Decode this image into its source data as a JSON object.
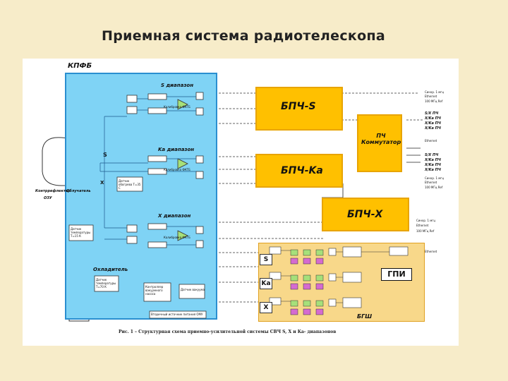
{
  "slide": {
    "title": "Приемная система радиотелескопа"
  },
  "diagram": {
    "kpfb_label": "КПФБ",
    "band_s": "S диапазон",
    "band_ka": "Ka диапазон",
    "band_x": "X диапазон",
    "s_marker": "S",
    "x_marker": "X",
    "feed_label": "Облучатель",
    "mirror_label": "Контррефлектор",
    "mirror_sub": "ОЗУ",
    "cooler_label": "Охладитель",
    "sensor_1": "Датчик температуры T=15 К",
    "sensor_2": "Датчик температуры T=70 К",
    "sensor_3": "Датчик обогрева T=35 С",
    "calib_s": "Калибровка ФКТБ",
    "calib_ka": "Калибровка ФКТБ",
    "calib_x": "Калибровка ФКТБ",
    "ctrl_block": "Контроллер вакуумного насоса",
    "vac_sensor": "Датчик вакуума",
    "power_block": "Вторичный источник питания ОМУ",
    "bpch_s": "БПЧ-S",
    "bpch_ka": "БПЧ-Ka",
    "bpch_x": "БПЧ-X",
    "pch_comm": "ПЧ Коммутатор",
    "gpi": "ГПИ",
    "bgsh": "БГШ",
    "gsh_s": "S",
    "gsh_ka": "Ka",
    "gsh_x": "X",
    "right_s": [
      "Синхр. 1 мгц",
      "Ethernet",
      "100 МГц Ref"
    ],
    "right_if1": [
      "S/X ПЧ",
      "X/Ka ПЧ",
      "X/Ka ПЧ",
      "X/Ka ПЧ"
    ],
    "right_eth": "Ethernet",
    "right_if2": [
      "S/X ПЧ",
      "X/Ka ПЧ",
      "X/Ka ПЧ",
      "X/Ka ПЧ"
    ],
    "right_ka": [
      "Синхр. 1 мгц",
      "Ethernet",
      "100 МГц Ref"
    ],
    "right_x": [
      "Синхр. 1 мгц",
      "Ethernet",
      "100 МГц Ref"
    ],
    "right_gsh": "Ethernet",
    "caption": "Рис. 1 – Структурная схема приемно-усилительной системы СВЧ S, X и Ka- диапазонов"
  }
}
